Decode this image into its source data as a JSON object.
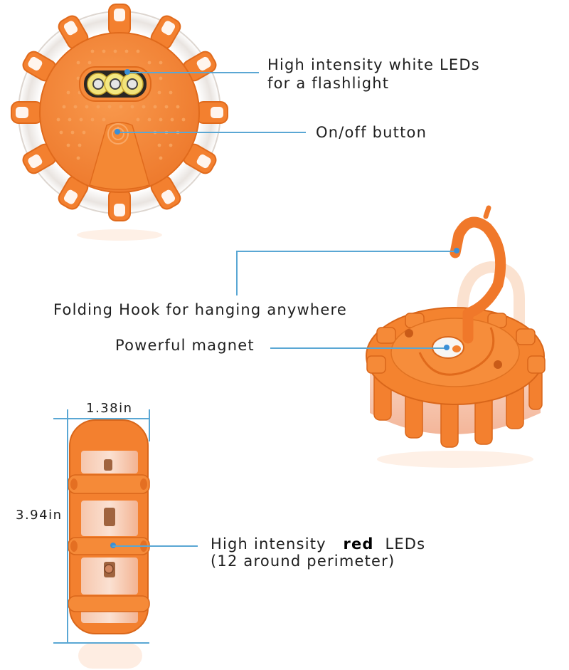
{
  "callouts": {
    "white_leds": {
      "line1": "High intensity white LEDs",
      "line2": "for a flashlight"
    },
    "on_off": {
      "text": "On/off button"
    },
    "hook": {
      "text": "Folding Hook for hanging anywhere"
    },
    "magnet": {
      "text": "Powerful magnet"
    },
    "red_leds": {
      "prefix": "High intensity",
      "emphasis": "red",
      "suffix": "LEDs",
      "line2": "(12 around perimeter)"
    }
  },
  "dimensions": {
    "width": "1.38in",
    "height": "3.94in"
  },
  "colors": {
    "product_orange": "#f5863a",
    "product_orange_dark": "#e26b1f",
    "callout_line": "#5aa7d4",
    "callout_dot": "#3b8fd6",
    "text": "#1e1e1e"
  },
  "icons": {
    "power": "power-icon",
    "led": "led-icon"
  }
}
